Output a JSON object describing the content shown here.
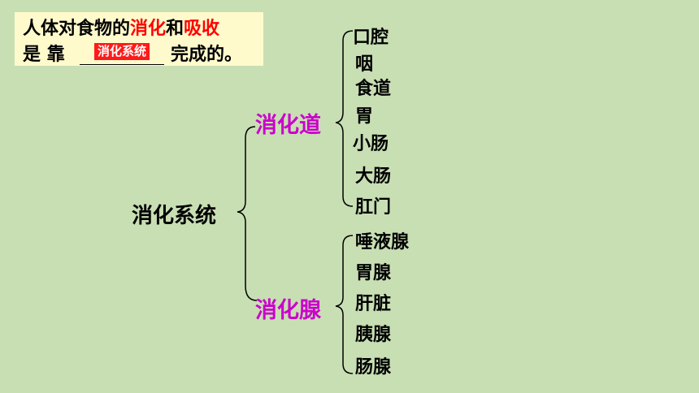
{
  "prompt": {
    "line1": [
      {
        "text": "人体对食物的",
        "style": "normal"
      },
      {
        "text": "消化",
        "style": "red"
      },
      {
        "text": "和",
        "style": "normal"
      },
      {
        "text": "吸收",
        "style": "red"
      }
    ],
    "line2_prefix": "是 靠",
    "answer": "消化系统",
    "line2_suffix": "完成的。"
  },
  "tree": {
    "root": "消化系统",
    "branches": [
      {
        "label": "消化道",
        "items": [
          "口腔",
          "咽",
          "食道",
          "胃",
          "小肠",
          "大肠",
          "肛门"
        ]
      },
      {
        "label": "消化腺",
        "items": [
          "唾液腺",
          "胃腺",
          "肝脏",
          "胰腺",
          "肠腺"
        ]
      }
    ]
  },
  "colors": {
    "background": "#c8dfb4",
    "prompt_box": "#fffacc",
    "emphasis_red": "#ff0000",
    "answer_fill": "#ff1a1a",
    "branch_magenta": "#cc00cc"
  }
}
